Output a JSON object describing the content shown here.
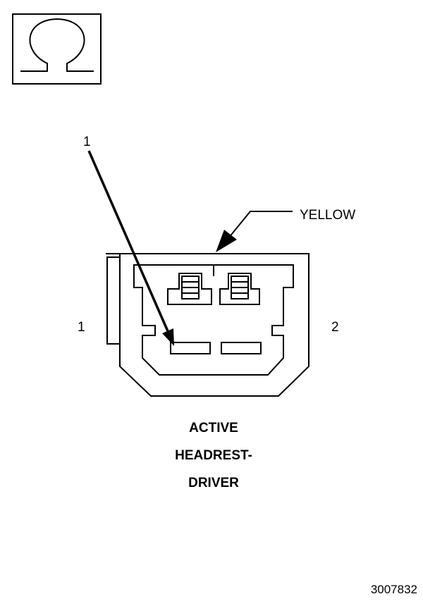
{
  "symbol": {
    "icon": "ohm-icon",
    "glyph": "Ω"
  },
  "callouts": {
    "leader_number": "1",
    "wire_color": "YELLOW"
  },
  "pins": {
    "left": "1",
    "right": "2"
  },
  "connector_title": [
    "ACTIVE",
    "HEADREST-",
    "DRIVER"
  ],
  "figure_number": "3007832"
}
